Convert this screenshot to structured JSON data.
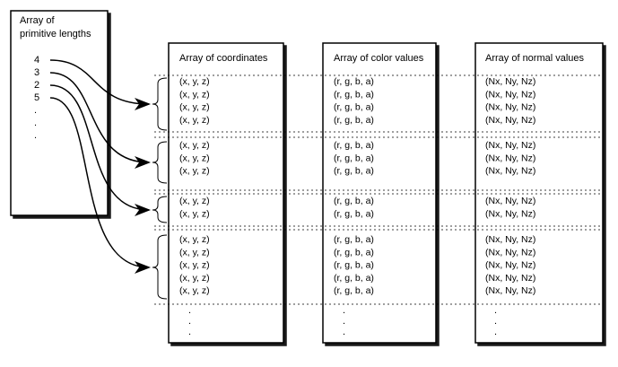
{
  "lengths_box": {
    "title": [
      "Array of",
      "primitive lengths"
    ],
    "values": [
      "4",
      "3",
      "2",
      "5"
    ],
    "ellipsis": ".",
    "ellipsis_count": 3
  },
  "columns": [
    {
      "title": "Array of coordinates",
      "groups": [
        [
          "(x, y, z)",
          "(x, y, z)",
          "(x, y, z)",
          "(x, y, z)"
        ],
        [
          "(x, y, z)",
          "(x, y, z)",
          "(x, y, z)"
        ],
        [
          "(x, y, z)",
          "(x, y, z)"
        ],
        [
          "(x, y, z)",
          "(x, y, z)",
          "(x, y, z)",
          "(x, y, z)",
          "(x, y, z)"
        ]
      ],
      "ellipsis": "."
    },
    {
      "title": "Array of color values",
      "groups": [
        [
          "(r, g, b, a)",
          "(r, g, b, a)",
          "(r, g, b, a)",
          "(r, g, b, a)"
        ],
        [
          "(r, g, b, a)",
          "(r, g, b, a)",
          "(r, g, b, a)"
        ],
        [
          "(r, g, b, a)",
          "(r, g, b, a)"
        ],
        [
          "(r, g, b, a)",
          "(r, g, b, a)",
          "(r, g, b, a)",
          "(r, g, b, a)",
          "(r, g, b, a)"
        ]
      ],
      "ellipsis": "."
    },
    {
      "title": "Array of normal values",
      "groups": [
        [
          "(Nx, Ny, Nz)",
          "(Nx, Ny, Nz)",
          "(Nx, Ny, Nz)",
          "(Nx, Ny, Nz)"
        ],
        [
          "(Nx, Ny, Nz)",
          "(Nx, Ny, Nz)",
          "(Nx, Ny, Nz)"
        ],
        [
          "(Nx, Ny, Nz)",
          "(Nx, Ny, Nz)"
        ],
        [
          "(Nx, Ny, Nz)",
          "(Nx, Ny, Nz)",
          "(Nx, Ny, Nz)",
          "(Nx, Ny, Nz)",
          "(Nx, Ny, Nz)"
        ]
      ],
      "ellipsis": "."
    }
  ]
}
